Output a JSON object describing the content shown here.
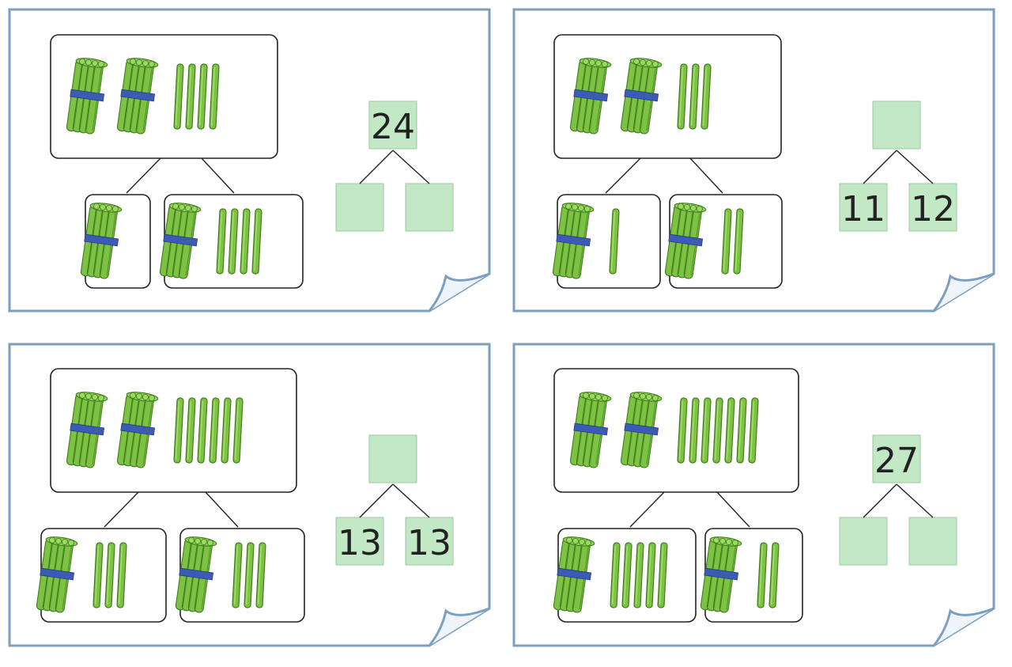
{
  "colors": {
    "card_border": "#7a9fc0",
    "answer_box": "#c2e8c6",
    "stick_fill": "#7dc242",
    "stick_stroke": "#3f7a1e",
    "band": "#3b5bb5",
    "outline": "#222222",
    "text": "#222222"
  },
  "cards": [
    {
      "id": "card-1",
      "whole": {
        "tens": 2,
        "ones": 4
      },
      "parts": [
        {
          "tens": 1,
          "ones": 0
        },
        {
          "tens": 1,
          "ones": 4
        }
      ],
      "number_bond": {
        "whole": "24",
        "left": "",
        "right": ""
      }
    },
    {
      "id": "card-2",
      "whole": {
        "tens": 2,
        "ones": 3
      },
      "parts": [
        {
          "tens": 1,
          "ones": 1
        },
        {
          "tens": 1,
          "ones": 2
        }
      ],
      "number_bond": {
        "whole": "",
        "left": "11",
        "right": "12"
      }
    },
    {
      "id": "card-3",
      "whole": {
        "tens": 2,
        "ones": 6
      },
      "parts": [
        {
          "tens": 1,
          "ones": 3
        },
        {
          "tens": 1,
          "ones": 3
        }
      ],
      "number_bond": {
        "whole": "",
        "left": "13",
        "right": "13"
      }
    },
    {
      "id": "card-4",
      "whole": {
        "tens": 2,
        "ones": 7
      },
      "parts": [
        {
          "tens": 1,
          "ones": 5
        },
        {
          "tens": 1,
          "ones": 2
        }
      ],
      "number_bond": {
        "whole": "27",
        "left": "",
        "right": ""
      }
    }
  ]
}
